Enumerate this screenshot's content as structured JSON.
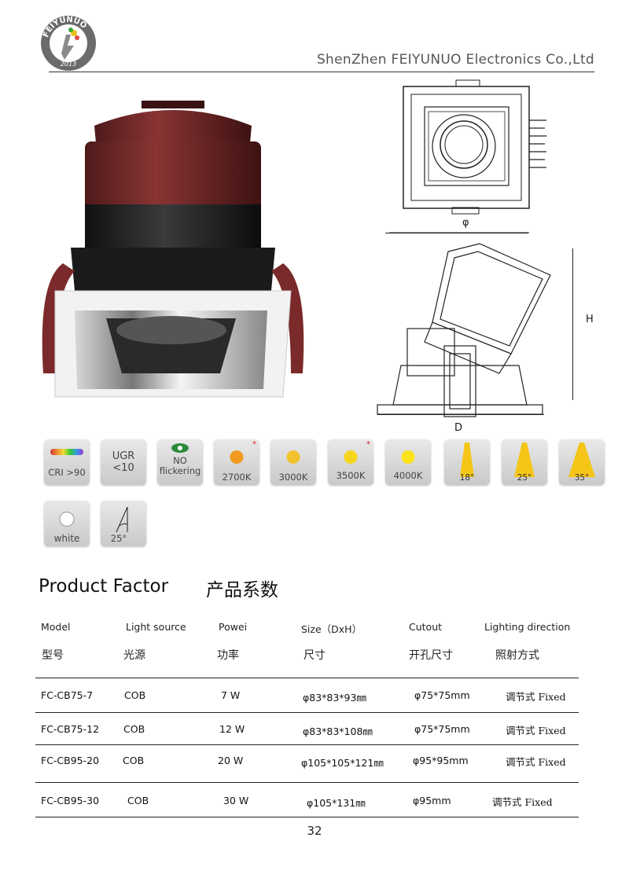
{
  "header": {
    "company": "ShenZhen FEIYUNUO Electronics Co.,Ltd",
    "logo_text": "FEIYUNUO",
    "logo_year": "2013"
  },
  "drawing_labels": {
    "diameter": "φ",
    "height": "H",
    "depth": "D"
  },
  "icons": [
    {
      "name": "cri",
      "label": "CRI >90"
    },
    {
      "name": "ugr",
      "label_line1": "UGR",
      "label_line2": "<10"
    },
    {
      "name": "no-flicker",
      "label_line1": "NO",
      "label_line2": "flickering"
    },
    {
      "name": "cct-2700",
      "label": "2700K",
      "color": "#f29a1f",
      "starred": true
    },
    {
      "name": "cct-3000",
      "label": "3000K",
      "color": "#f2c12e",
      "starred": false
    },
    {
      "name": "cct-3500",
      "label": "3500K",
      "color": "#f7d51d",
      "starred": true
    },
    {
      "name": "cct-4000",
      "label": "4000K",
      "color": "#fbe21a",
      "starred": false
    },
    {
      "name": "beam-18",
      "label": "18°"
    },
    {
      "name": "beam-25",
      "label": "25°"
    },
    {
      "name": "beam-35",
      "label": "35°"
    },
    {
      "name": "white",
      "label": "white"
    },
    {
      "name": "tilt-25",
      "label": "25°"
    }
  ],
  "section": {
    "title": "Product Factor",
    "title_cn": "产品系数"
  },
  "table": {
    "headers": [
      "Model",
      "Light source",
      "Powei",
      "Size（DxH）",
      "Cutout",
      "Lighting direction"
    ],
    "headers_cn": [
      "型号",
      "光源",
      "功率",
      "尺寸",
      "开孔尺寸",
      "照射方式"
    ],
    "rows": [
      [
        "FC-CB75-7",
        "COB",
        "7 W",
        "φ83*83*93㎜",
        "φ75*75mm",
        "调节式 Fixed"
      ],
      [
        "FC-CB75-12",
        "COB",
        "12 W",
        "φ83*83*108㎜",
        "φ75*75mm",
        "调节式 Fixed"
      ],
      [
        "FC-CB95-20",
        "COB",
        "20 W",
        "φ105*105*121㎜",
        "φ95*95mm",
        "调节式 Fixed"
      ],
      [
        "FC-CB95-30",
        "COB",
        "30 W",
        "φ105*131㎜",
        "φ95mm",
        "调节式 Fixed"
      ]
    ]
  },
  "page_number": "32"
}
